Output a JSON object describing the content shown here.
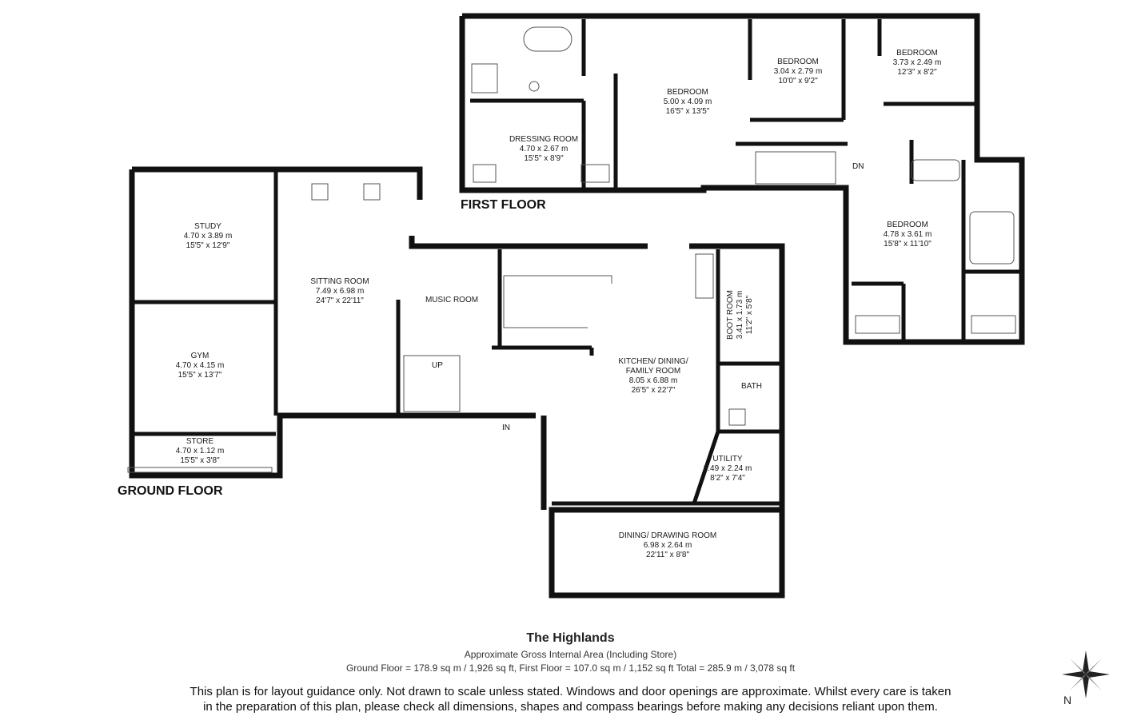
{
  "floors": {
    "first": "FIRST FLOOR",
    "ground": "GROUND FLOOR"
  },
  "rooms": {
    "bedroom_main": {
      "name": "BEDROOM",
      "m": "5.00 x 4.09 m",
      "ft": "16'5\" x 13'5\""
    },
    "dressing": {
      "name": "DRESSING ROOM",
      "m": "4.70 x 2.67 m",
      "ft": "15'5\" x 8'9\""
    },
    "bedroom2": {
      "name": "BEDROOM",
      "m": "3.04 x 2.79 m",
      "ft": "10'0\" x 9'2\""
    },
    "bedroom3": {
      "name": "BEDROOM",
      "m": "3.73 x 2.49 m",
      "ft": "12'3\" x 8'2\""
    },
    "bedroom4": {
      "name": "BEDROOM",
      "m": "4.78 x 3.61 m",
      "ft": "15'8\" x 11'10\""
    },
    "study": {
      "name": "STUDY",
      "m": "4.70 x 3.89 m",
      "ft": "15'5\" x 12'9\""
    },
    "sitting": {
      "name": "SITTING ROOM",
      "m": "7.49 x 6.98 m",
      "ft": "24'7\" x 22'11\""
    },
    "music": {
      "name": "MUSIC ROOM"
    },
    "gym": {
      "name": "GYM",
      "m": "4.70 x 4.15 m",
      "ft": "15'5\" x 13'7\""
    },
    "store": {
      "name": "STORE",
      "m": "4.70 x 1.12 m",
      "ft": "15'5\" x 3'8\""
    },
    "kitchen": {
      "name1": "KITCHEN/ DINING/",
      "name2": "FAMILY ROOM",
      "m": "8.05 x 6.88 m",
      "ft": "26'5\" x 22'7\""
    },
    "boot": {
      "name": "BOOT ROOM",
      "m": "3.41 x 1.73 m",
      "ft": "11'2\" x 5'8\""
    },
    "bath": {
      "name": "BATH"
    },
    "utility": {
      "name": "UTILITY",
      "m": "2.49 x 2.24 m",
      "ft": "8'2\" x 7'4\""
    },
    "dining": {
      "name": "DINING/ DRAWING ROOM",
      "m": "6.98 x 2.64 m",
      "ft": "22'11\" x 8'8\""
    }
  },
  "tags": {
    "dn": "DN",
    "up": "UP",
    "in": "IN"
  },
  "footer": {
    "title": "The Highlands",
    "area_note": "Approximate Gross Internal Area (Including Store)",
    "area_figures": "Ground Floor = 178.9 sq m / 1,926 sq ft, First Floor = 107.0 sq m / 1,152 sq ft Total = 285.9 m / 3,078 sq ft",
    "disclaimer_line1": "This plan is for layout guidance only. Not drawn to scale unless stated. Windows and door openings are approximate. Whilst every care is taken",
    "disclaimer_line2": "in the preparation of this plan, please check all dimensions, shapes and compass bearings before making any decisions reliant upon them."
  },
  "compass": {
    "label": "N"
  },
  "colors": {
    "wall": "#111111",
    "line": "#555555"
  }
}
